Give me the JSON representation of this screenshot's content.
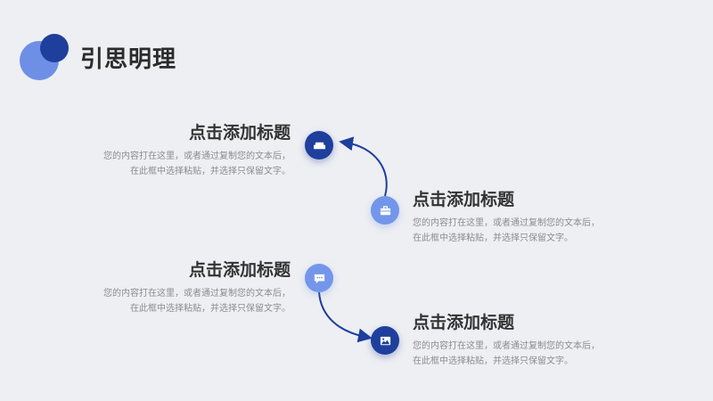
{
  "header": {
    "title": "引思明理"
  },
  "items": [
    {
      "heading": "点击添加标题",
      "lines": [
        "您的内容打在这里，或者通过复制您的文本后，",
        "在此框中选择粘贴，并选择只保留文字。"
      ],
      "icon": "sofa-icon",
      "color": "#1e3f9c"
    },
    {
      "heading": "点击添加标题",
      "lines": [
        "您的内容打在这里，或者通过复制您的文本后，",
        "在此框中选择粘贴，并选择只保留文字。"
      ],
      "icon": "briefcase-icon",
      "color": "#7396ea"
    },
    {
      "heading": "点击添加标题",
      "lines": [
        "您的内容打在这里，或者通过复制您的文本后，",
        "在此框中选择粘贴，并选择只保留文字。"
      ],
      "icon": "chat-icon",
      "color": "#7396ea"
    },
    {
      "heading": "点击添加标题",
      "lines": [
        "您的内容打在这里，或者通过复制您的文本后，",
        "在此框中选择粘贴，并选择只保留文字。"
      ],
      "icon": "image-icon",
      "color": "#1e3f9c"
    }
  ]
}
